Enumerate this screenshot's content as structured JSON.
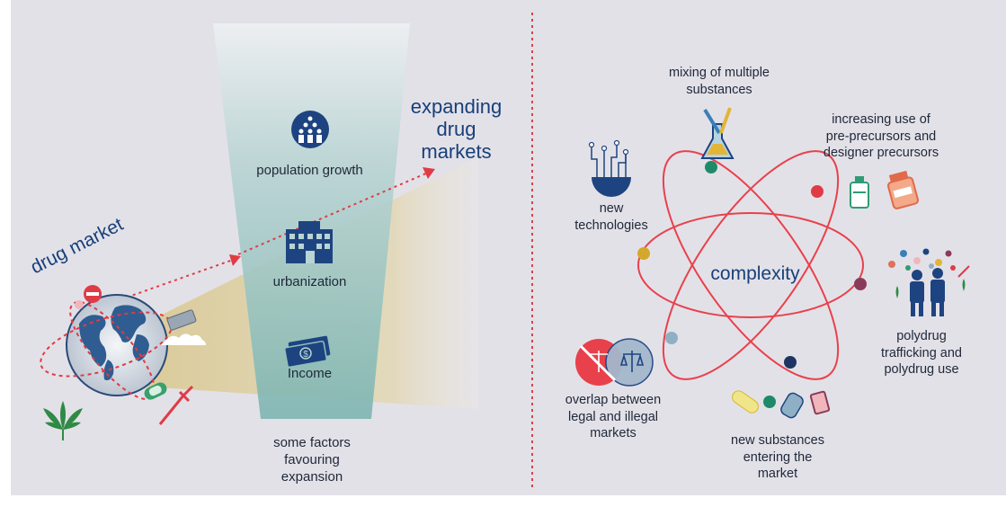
{
  "left": {
    "drug_market": "drug market",
    "expanding_title": [
      "expanding",
      "drug",
      "markets"
    ],
    "factors": [
      {
        "label": "population growth",
        "icon": "population-icon"
      },
      {
        "label": "urbanization",
        "icon": "building-icon"
      },
      {
        "label": "Income",
        "icon": "money-icon"
      }
    ],
    "caption": [
      "some factors",
      "favouring",
      "expansion"
    ]
  },
  "right": {
    "center": "complexity",
    "items": {
      "mixing": [
        "mixing of multiple",
        "substances"
      ],
      "precursors": [
        "increasing use of",
        "pre-precursors and",
        "designer precursors"
      ],
      "technologies": [
        "new",
        "technologies"
      ],
      "polydrug": [
        "polydrug",
        "trafficking and",
        "polydrug use"
      ],
      "overlap": [
        "overlap  between",
        "legal and illegal",
        "markets"
      ],
      "new_substances": [
        "new substances",
        "entering the",
        "market"
      ]
    }
  },
  "colors": {
    "dark_blue": "#17407a",
    "red": "#e03b45",
    "divider": "#d8424a",
    "panel": "#e3e1e8",
    "orbit": "#e8414c"
  }
}
